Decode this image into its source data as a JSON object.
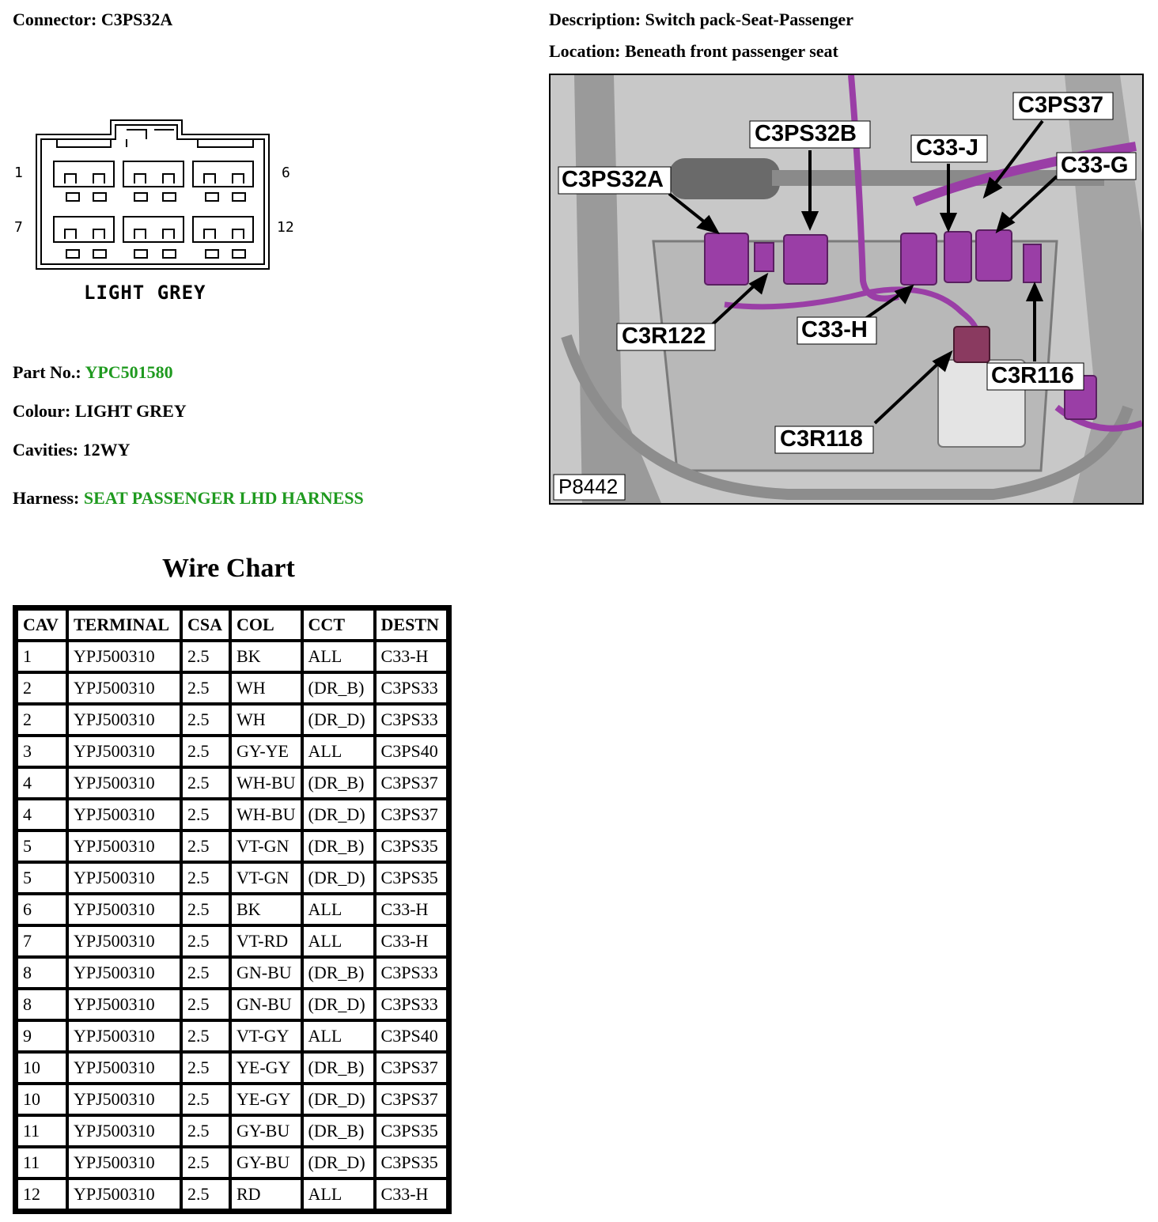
{
  "connector": {
    "label": "Connector:",
    "value": "C3PS32A"
  },
  "description": {
    "label": "Description:",
    "value": "Switch pack-Seat-Passenger"
  },
  "location": {
    "label": "Location:",
    "value": "Beneath front passenger seat"
  },
  "diagram": {
    "pin_labels": [
      "1",
      "6",
      "7",
      "12"
    ],
    "colour_caption": "LIGHT GREY"
  },
  "part_no": {
    "label": "Part No.:",
    "value": "YPC501580"
  },
  "colour": {
    "label": "Colour:",
    "value": "LIGHT GREY"
  },
  "cavities": {
    "label": "Cavities:",
    "value": "12WY"
  },
  "harness": {
    "label": "Harness:",
    "value": "SEAT PASSENGER LHD HARNESS"
  },
  "colors": {
    "accent_green": "#1f9a1f",
    "connector_purple": "#9a3ea6"
  },
  "photo": {
    "code": "P8442",
    "callouts": [
      "C3PS32A",
      "C3PS32B",
      "C33-J",
      "C3PS37",
      "C33-G",
      "C3R122",
      "C33-H",
      "C3R116",
      "C3R118"
    ]
  },
  "wire_chart": {
    "title": "Wire Chart",
    "headers": [
      "CAV",
      "TERMINAL",
      "CSA",
      "COL",
      "CCT",
      "DESTN"
    ],
    "rows": [
      [
        "1",
        "YPJ500310",
        "2.5",
        "BK",
        "ALL",
        "C33-H"
      ],
      [
        "2",
        "YPJ500310",
        "2.5",
        "WH",
        "(DR_B)",
        "C3PS33"
      ],
      [
        "2",
        "YPJ500310",
        "2.5",
        "WH",
        "(DR_D)",
        "C3PS33"
      ],
      [
        "3",
        "YPJ500310",
        "2.5",
        "GY-YE",
        "ALL",
        "C3PS40"
      ],
      [
        "4",
        "YPJ500310",
        "2.5",
        "WH-BU",
        "(DR_B)",
        "C3PS37"
      ],
      [
        "4",
        "YPJ500310",
        "2.5",
        "WH-BU",
        "(DR_D)",
        "C3PS37"
      ],
      [
        "5",
        "YPJ500310",
        "2.5",
        "VT-GN",
        "(DR_B)",
        "C3PS35"
      ],
      [
        "5",
        "YPJ500310",
        "2.5",
        "VT-GN",
        "(DR_D)",
        "C3PS35"
      ],
      [
        "6",
        "YPJ500310",
        "2.5",
        "BK",
        "ALL",
        "C33-H"
      ],
      [
        "7",
        "YPJ500310",
        "2.5",
        "VT-RD",
        "ALL",
        "C33-H"
      ],
      [
        "8",
        "YPJ500310",
        "2.5",
        "GN-BU",
        "(DR_B)",
        "C3PS33"
      ],
      [
        "8",
        "YPJ500310",
        "2.5",
        "GN-BU",
        "(DR_D)",
        "C3PS33"
      ],
      [
        "9",
        "YPJ500310",
        "2.5",
        "VT-GY",
        "ALL",
        "C3PS40"
      ],
      [
        "10",
        "YPJ500310",
        "2.5",
        "YE-GY",
        "(DR_B)",
        "C3PS37"
      ],
      [
        "10",
        "YPJ500310",
        "2.5",
        "YE-GY",
        "(DR_D)",
        "C3PS37"
      ],
      [
        "11",
        "YPJ500310",
        "2.5",
        "GY-BU",
        "(DR_B)",
        "C3PS35"
      ],
      [
        "11",
        "YPJ500310",
        "2.5",
        "GY-BU",
        "(DR_D)",
        "C3PS35"
      ],
      [
        "12",
        "YPJ500310",
        "2.5",
        "RD",
        "ALL",
        "C33-H"
      ]
    ]
  }
}
